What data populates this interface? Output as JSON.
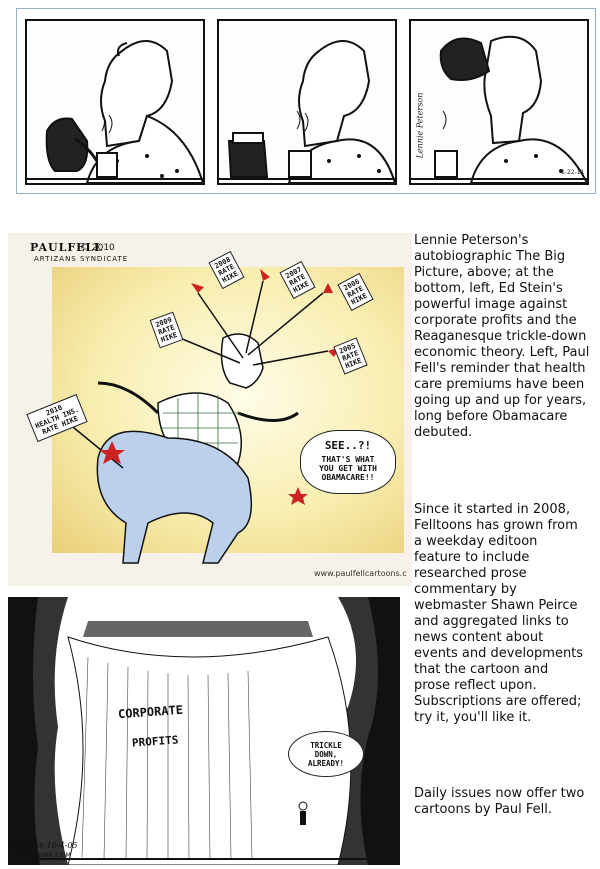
{
  "strip": {
    "signature": "Lennie Peterson",
    "date_code": "1-22-11"
  },
  "fell_cartoon": {
    "signature": "PAULFELL",
    "copyright": "© 2010",
    "syndicate": "ARTIZANS SYNDICATE",
    "tags": [
      "2008\nRATE\nHIKE",
      "2007\nRATE\nHIKE",
      "2006\nRATE\nHIKE",
      "2009\nRATE\nHIKE",
      "2005\nRATE\nHIKE",
      "2010\nHEALTH INS.\nRATE HIKE"
    ],
    "bubble_main": "SEE..?!",
    "bubble_sub": "THAT'S WHAT\nYOU GET WITH\nOBAMACARE!!",
    "url": "www.paulfellcartoons.c"
  },
  "stein_cartoon": {
    "label_line1": "CORPORATE",
    "label_line2": "PROFITS",
    "bubble": "TRICKLE\nDOWN,\nALREADY!",
    "signature": "EdStein 10-4-05",
    "website": "EDSTEININK.COM"
  },
  "text": {
    "paragraph1": "Lennie Peterson's autobiographic The Big Picture, above; at the bottom, left, Ed Stein's powerful image against corporate profits and the Reaganesque trickle-down economic theory. Left, Paul Fell's reminder that health care premiums have been going up and up for years, long before Obamacare debuted.",
    "paragraph2": "Since it started in 2008, Felltoons has grown from a weekday editoon feature to include researched prose commentary by webmaster Shawn Peirce and aggregated links to news content about events and developments that the cartoon and prose reflect upon. Subscriptions are offered; try it, you'll like it.",
    "paragraph3": "Daily issues now offer two cartoons by Paul Fell."
  }
}
